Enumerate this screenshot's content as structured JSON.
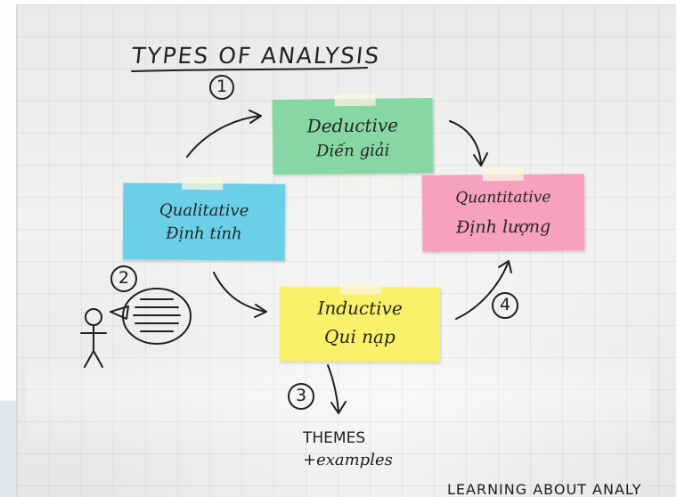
{
  "board": {
    "title": "TYPES OF ANALYSIS",
    "step_numbers": [
      "1",
      "2",
      "3",
      "4"
    ],
    "notes": {
      "deductive": {
        "line1": "Deductive",
        "line2": "Diến giải",
        "color": "#86d7a3"
      },
      "qualitative": {
        "line1": "Qualitative",
        "line2": "Định tính",
        "color": "#6ad0e8"
      },
      "quantitative": {
        "line1": "Quantitative",
        "line2": "Định lượng",
        "color": "#f7a0bf"
      },
      "inductive": {
        "line1": "Inductive",
        "line2": "Qui nạp",
        "color": "#f9f16a"
      }
    },
    "themes": {
      "line1": "THEMES",
      "line2": "+examples"
    },
    "footer": "LEARNING ABOUT ANALY"
  }
}
